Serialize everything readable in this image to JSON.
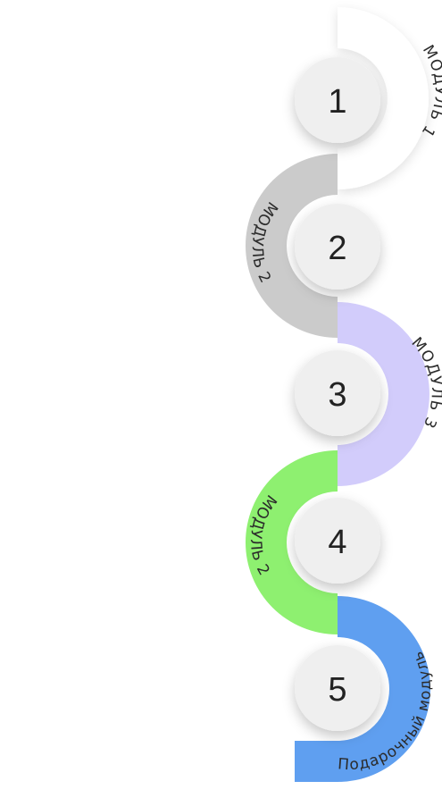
{
  "modules": [
    {
      "step": "1",
      "label": "МОДУЛЬ 1",
      "color": "#ffffff"
    },
    {
      "step": "2",
      "label": "МОДУЛЬ 2",
      "color": "#cbcbcb"
    },
    {
      "step": "3",
      "label": "МОДУЛЬ 3",
      "color": "#d2ccfb"
    },
    {
      "step": "4",
      "label": "МОДУЛЬ 2",
      "color": "#8ef070"
    },
    {
      "step": "5",
      "label": "Подарочный модуль",
      "color": "#5f9ff0"
    }
  ],
  "colors": {
    "circle": "#efefef",
    "text": "#222222"
  }
}
